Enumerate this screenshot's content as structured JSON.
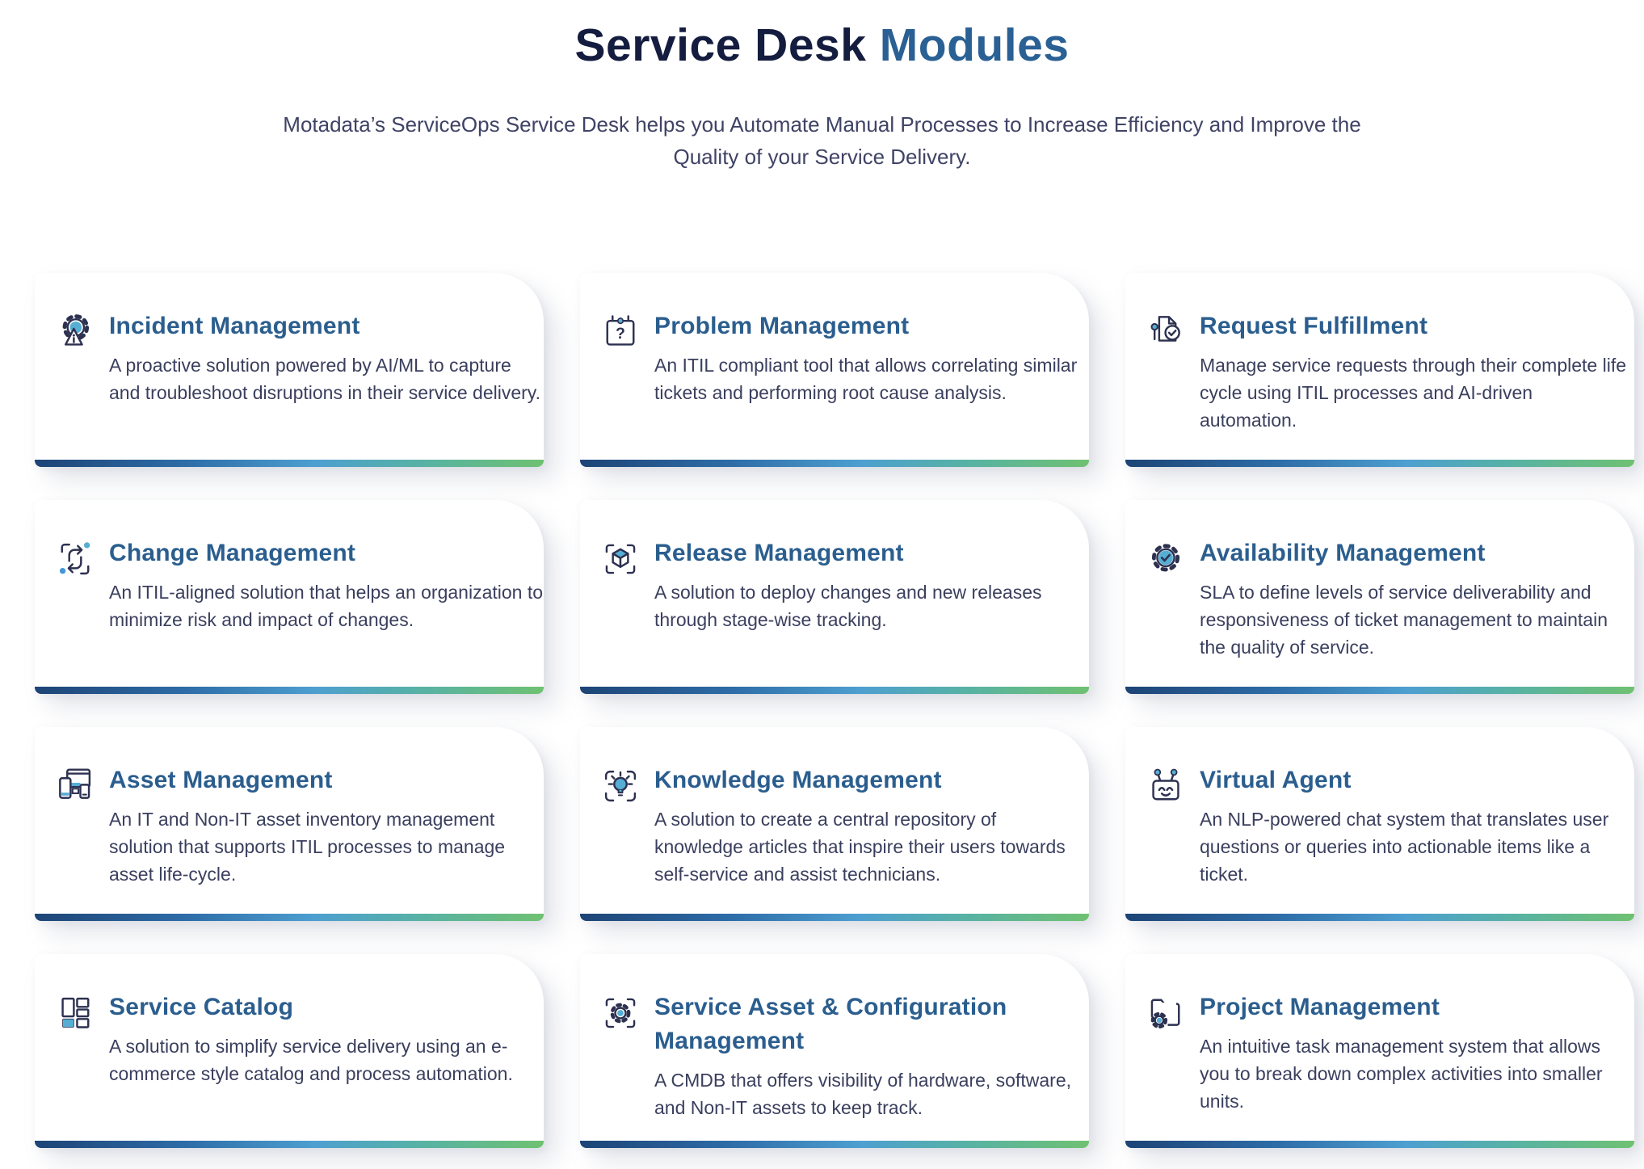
{
  "header": {
    "title_regular": "Service Desk",
    "title_bold": "Modules",
    "subtitle": "Motadata’s ServiceOps Service Desk helps you Automate Manual Processes to Increase Efficiency and Improve the Quality of your Service Delivery."
  },
  "colors": {
    "heading_dark": "#141c3f",
    "heading_accent": "#2a6094",
    "card_title": "#2b5e8e",
    "body_text": "#3a3f5e",
    "icon_stroke": "#2d3150",
    "icon_accent": "#56aed4",
    "gradient_bar": [
      "#1d4476",
      "#2e6da8",
      "#4d9fd0",
      "#57b2a4",
      "#6fc171"
    ]
  },
  "cards": [
    {
      "icon": "incident-management-icon",
      "title": "Incident Management",
      "description": "A proactive solution powered by AI/ML to capture and troubleshoot disruptions in their service delivery."
    },
    {
      "icon": "problem-management-icon",
      "title": "Problem Management",
      "description": "An ITIL compliant tool that allows correlating similar tickets and performing root cause analysis."
    },
    {
      "icon": "request-fulfillment-icon",
      "title": "Request Fulfillment",
      "description": "Manage service requests through their complete life cycle using ITIL processes and AI-driven automation."
    },
    {
      "icon": "change-management-icon",
      "title": "Change Management",
      "description": "An ITIL-aligned solution that helps an organization to minimize risk and impact of changes."
    },
    {
      "icon": "release-management-icon",
      "title": "Release Management",
      "description": "A solution to deploy changes and new releases through stage-wise tracking."
    },
    {
      "icon": "availability-management-icon",
      "title": "Availability Management",
      "description": "SLA to define levels of service deliverability and responsiveness of ticket management to maintain the quality of service."
    },
    {
      "icon": "asset-management-icon",
      "title": "Asset Management",
      "description": "An IT and Non-IT asset inventory management solution that supports ITIL processes to manage asset life-cycle."
    },
    {
      "icon": "knowledge-management-icon",
      "title": "Knowledge Management",
      "description": "A solution to create a central repository of knowledge articles that inspire their users towards self-service and assist technicians."
    },
    {
      "icon": "virtual-agent-icon",
      "title": "Virtual Agent",
      "description": "An NLP-powered chat system that translates user questions or queries into actionable items like a ticket."
    },
    {
      "icon": "service-catalog-icon",
      "title": "Service Catalog",
      "description": "A solution to simplify service delivery using an e-commerce style catalog and process automation."
    },
    {
      "icon": "sacm-icon",
      "title": "Service Asset & Configuration Management",
      "description": "A CMDB that offers visibility of hardware, software, and Non-IT assets to keep track."
    },
    {
      "icon": "project-management-icon",
      "title": "Project Management",
      "description": "An intuitive task management system that allows you to break down complex activities into smaller units."
    }
  ]
}
